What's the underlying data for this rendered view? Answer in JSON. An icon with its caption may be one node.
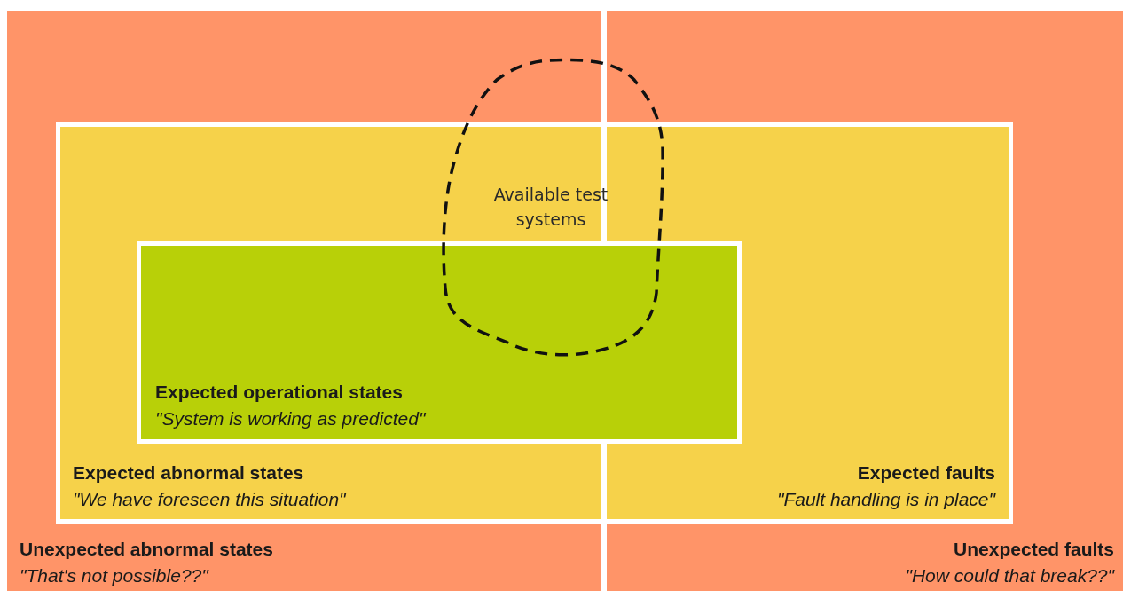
{
  "diagram": {
    "nodes": [
      {
        "text": [
          "Unexpected abnormal states",
          "\"That's not possible??\"",
          "Unexpected faults",
          "\"How could that break??\""
        ]
      },
      {
        "text": [
          "Expected abnormal states",
          "\"We have foreseen this situation\"",
          "Expected faults",
          "\"Fault handling is in place\""
        ],
        "in": 0
      },
      {
        "text": [
          "Expected operational states",
          "\"System is working as predicted\""
        ],
        "in": 1
      },
      {
        "text": [
          "Available test systems"
        ],
        "in": 0
      }
    ]
  }
}
